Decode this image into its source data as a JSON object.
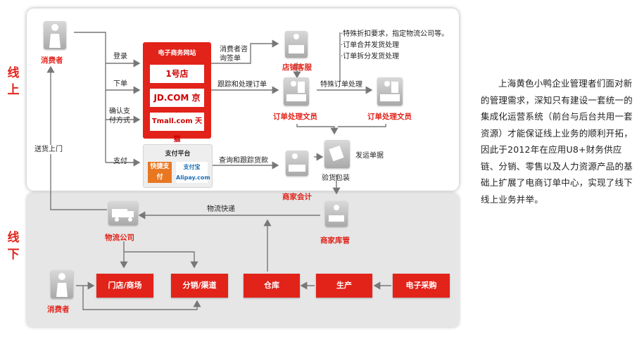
{
  "side_labels": {
    "online": "线\n上",
    "offline": "线\n下"
  },
  "nodes": {
    "consumer_top": "消费者",
    "store_service": "店铺客服",
    "order_clerk_1": "订单处理文员",
    "order_clerk_2": "订单处理文员",
    "merchant_accounting": "商家会计",
    "inspection_packing": "验货包装",
    "merchant_warehouse": "商家库管",
    "logistics_company": "物流公司",
    "consumer_bottom": "消费者"
  },
  "ecommerce_site": {
    "title": "电子商务网站",
    "logos": [
      "1号店",
      "JD.COM 京东",
      "Tmall.com 天猫"
    ]
  },
  "payment_platform": {
    "title": "支付平台",
    "logos": [
      "快捷支付",
      "支付宝 Alipay.com"
    ]
  },
  "edge_labels": {
    "login": "登录",
    "order": "下单",
    "confirm_pay": "确认支\n付方式",
    "pay": "支付",
    "consult": "消费者咨\n询签单",
    "track_order": "跟踪和处理订单",
    "special_order": "特殊订单处理",
    "query_payment": "查询和跟踪货款",
    "ship_docs": "发运单据",
    "logistics_express": "物流快递",
    "delivery": "送货上门"
  },
  "notes": [
    "·特殊折扣要求，指定物流公司等。",
    "·订单合并发货处理",
    "·订单拆分发货处理"
  ],
  "bottom_boxes": [
    "门店/商场",
    "分销/渠道",
    "仓库",
    "生产",
    "电子采购"
  ],
  "paragraph": "上海黄色小鸭企业管理者们面对新的管理需求，深知只有建设一套统一的集成化运营系统（前台与后台共用一套资源）才能保证线上业务的顺利开拓，因此于2012年在应用U8+财务供应链、分销、零售以及人力资源产品的基础上扩展了电商订单中心，实现了线下线上业务并举。",
  "colors": {
    "accent": "#e2231a",
    "panel_bottom": "#e6e6e6",
    "line": "#777777"
  }
}
